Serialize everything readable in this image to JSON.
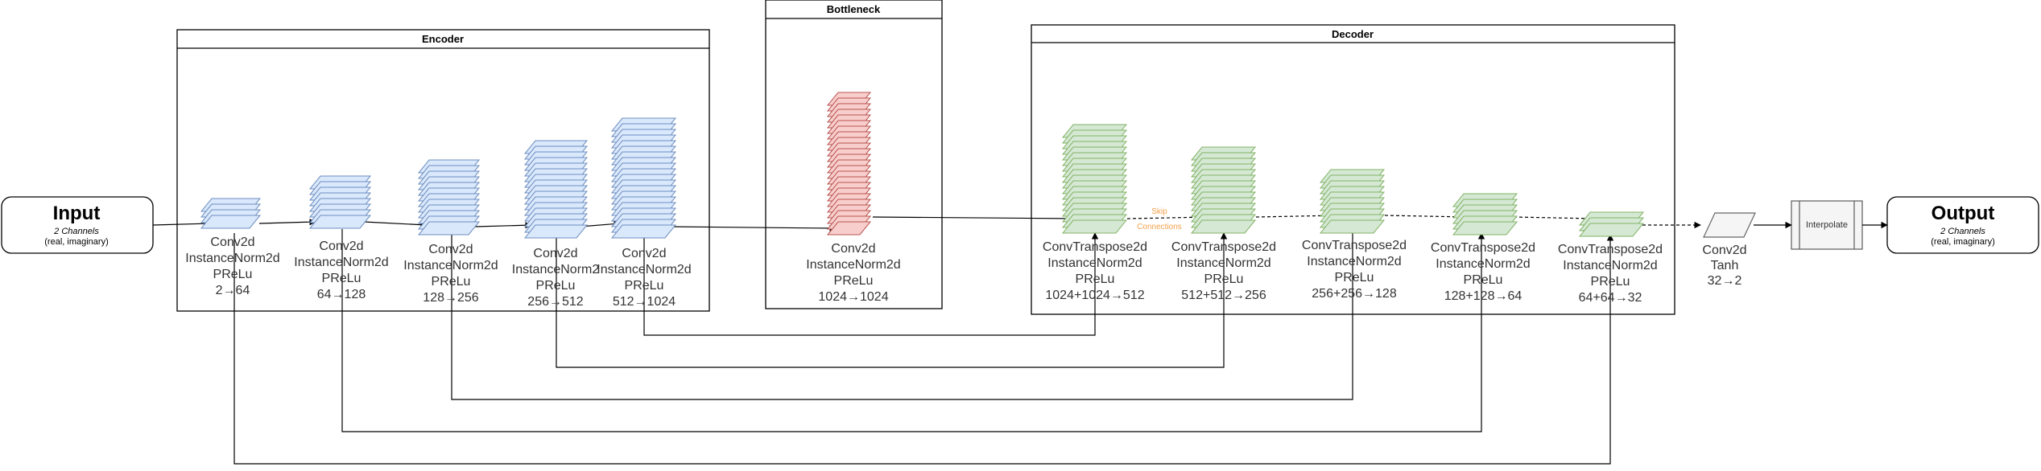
{
  "input": {
    "title": "Input",
    "subtitle": "2 Channels",
    "detail": "(real, imaginary)"
  },
  "output": {
    "title": "Output",
    "subtitle": "2 Channels",
    "detail": "(real, imaginary)"
  },
  "groups": {
    "encoder": "Encoder",
    "bottleneck": "Bottleneck",
    "decoder": "Decoder"
  },
  "encoder_blocks": [
    {
      "lines": [
        "Conv2d",
        "InstanceNorm2d",
        "PReLu",
        "2→64"
      ]
    },
    {
      "lines": [
        "Conv2d",
        "InstanceNorm2d",
        "PReLu",
        "64→128"
      ]
    },
    {
      "lines": [
        "Conv2d",
        "InstanceNorm2d",
        "PReLu",
        "128→256"
      ]
    },
    {
      "lines": [
        "Conv2d",
        "InstanceNorm2",
        "PReLu",
        "256→512"
      ]
    },
    {
      "lines": [
        "Conv2d",
        "InstanceNorm2d",
        "PReLu",
        "512→1024"
      ]
    }
  ],
  "bottleneck_block": {
    "lines": [
      "Conv2d",
      "InstanceNorm2d",
      "PReLu",
      "1024→1024"
    ]
  },
  "decoder_blocks": [
    {
      "lines": [
        "ConvTranspose2d",
        "InstanceNorm2d",
        "PReLu",
        "1024+1024→512"
      ]
    },
    {
      "lines": [
        "ConvTranspose2d",
        "InstanceNorm2d",
        "PReLu",
        "512+512→256"
      ]
    },
    {
      "lines": [
        "ConvTranspose2d",
        "InstanceNorm2d",
        "PReLu",
        "256+256→128"
      ]
    },
    {
      "lines": [
        "ConvTranspose2d",
        "InstanceNorm2d",
        "PReLu",
        "128+128→64"
      ]
    },
    {
      "lines": [
        "ConvTranspose2d",
        "InstanceNorm2d",
        "PReLu",
        "64+64→32"
      ]
    }
  ],
  "final_conv": {
    "lines": [
      "Conv2d",
      "Tanh",
      "32→2"
    ]
  },
  "interpolate": "Interpolate",
  "skip_label": [
    "Skip",
    "Connections"
  ],
  "colors": {
    "encoder_fill": "#dae8fc",
    "encoder_stroke": "#6c8ebf",
    "bottleneck_fill": "#f8cecc",
    "bottleneck_stroke": "#b85450",
    "decoder_fill": "#d5e8d4",
    "decoder_stroke": "#82b366",
    "final_fill": "#f5f5f5",
    "final_stroke": "#666666",
    "skip_label": "#f5a04a"
  }
}
